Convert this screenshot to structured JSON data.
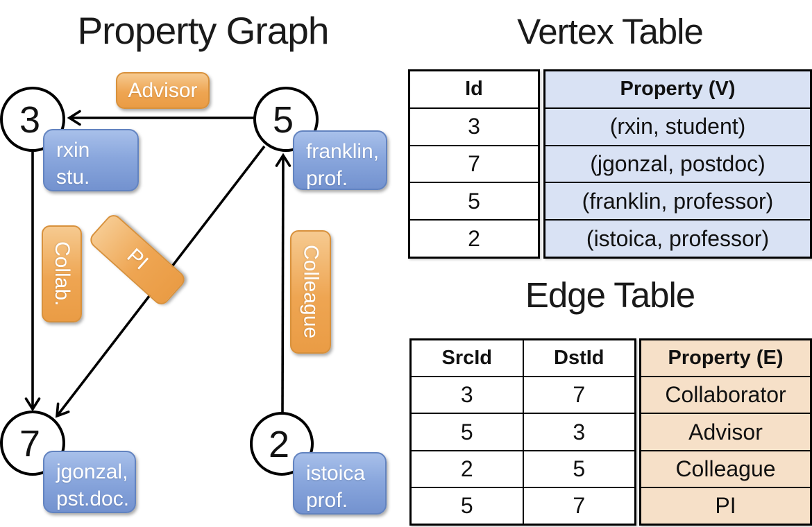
{
  "graph": {
    "title": "Property Graph",
    "nodes": [
      {
        "id": "3",
        "label": "3"
      },
      {
        "id": "5",
        "label": "5"
      },
      {
        "id": "7",
        "label": "7"
      },
      {
        "id": "2",
        "label": "2"
      }
    ],
    "properties": [
      {
        "node": "3",
        "lines": [
          "rxin",
          "stu."
        ]
      },
      {
        "node": "5",
        "lines": [
          "franklin,",
          "prof."
        ]
      },
      {
        "node": "7",
        "lines": [
          "jgonzal,",
          "pst.doc."
        ]
      },
      {
        "node": "2",
        "lines": [
          "istoica",
          "prof."
        ]
      }
    ],
    "edges": [
      {
        "from": "5",
        "to": "3",
        "label": "Advisor"
      },
      {
        "from": "3",
        "to": "7",
        "label": "Collab."
      },
      {
        "from": "5",
        "to": "7",
        "label": "PI"
      },
      {
        "from": "2",
        "to": "5",
        "label": "Colleague"
      }
    ]
  },
  "vertex_table": {
    "title": "Vertex Table",
    "columns": [
      "Id",
      "Property (V)"
    ],
    "rows": [
      [
        "3",
        "(rxin, student)"
      ],
      [
        "7",
        "(jgonzal, postdoc)"
      ],
      [
        "5",
        "(franklin, professor)"
      ],
      [
        "2",
        "(istoica, professor)"
      ]
    ]
  },
  "edge_table": {
    "title": "Edge Table",
    "columns": [
      "SrcId",
      "DstId",
      "Property (E)"
    ],
    "rows": [
      [
        "3",
        "7",
        "Collaborator"
      ],
      [
        "5",
        "3",
        "Advisor"
      ],
      [
        "2",
        "5",
        "Colleague"
      ],
      [
        "5",
        "7",
        "PI"
      ]
    ]
  },
  "colors": {
    "edge_label_orange": "#ECA24D",
    "vertex_property_blue": "#7E9ED7",
    "vertex_table_fill": "#D9E2F4",
    "edge_table_fill": "#F6E0C8"
  }
}
